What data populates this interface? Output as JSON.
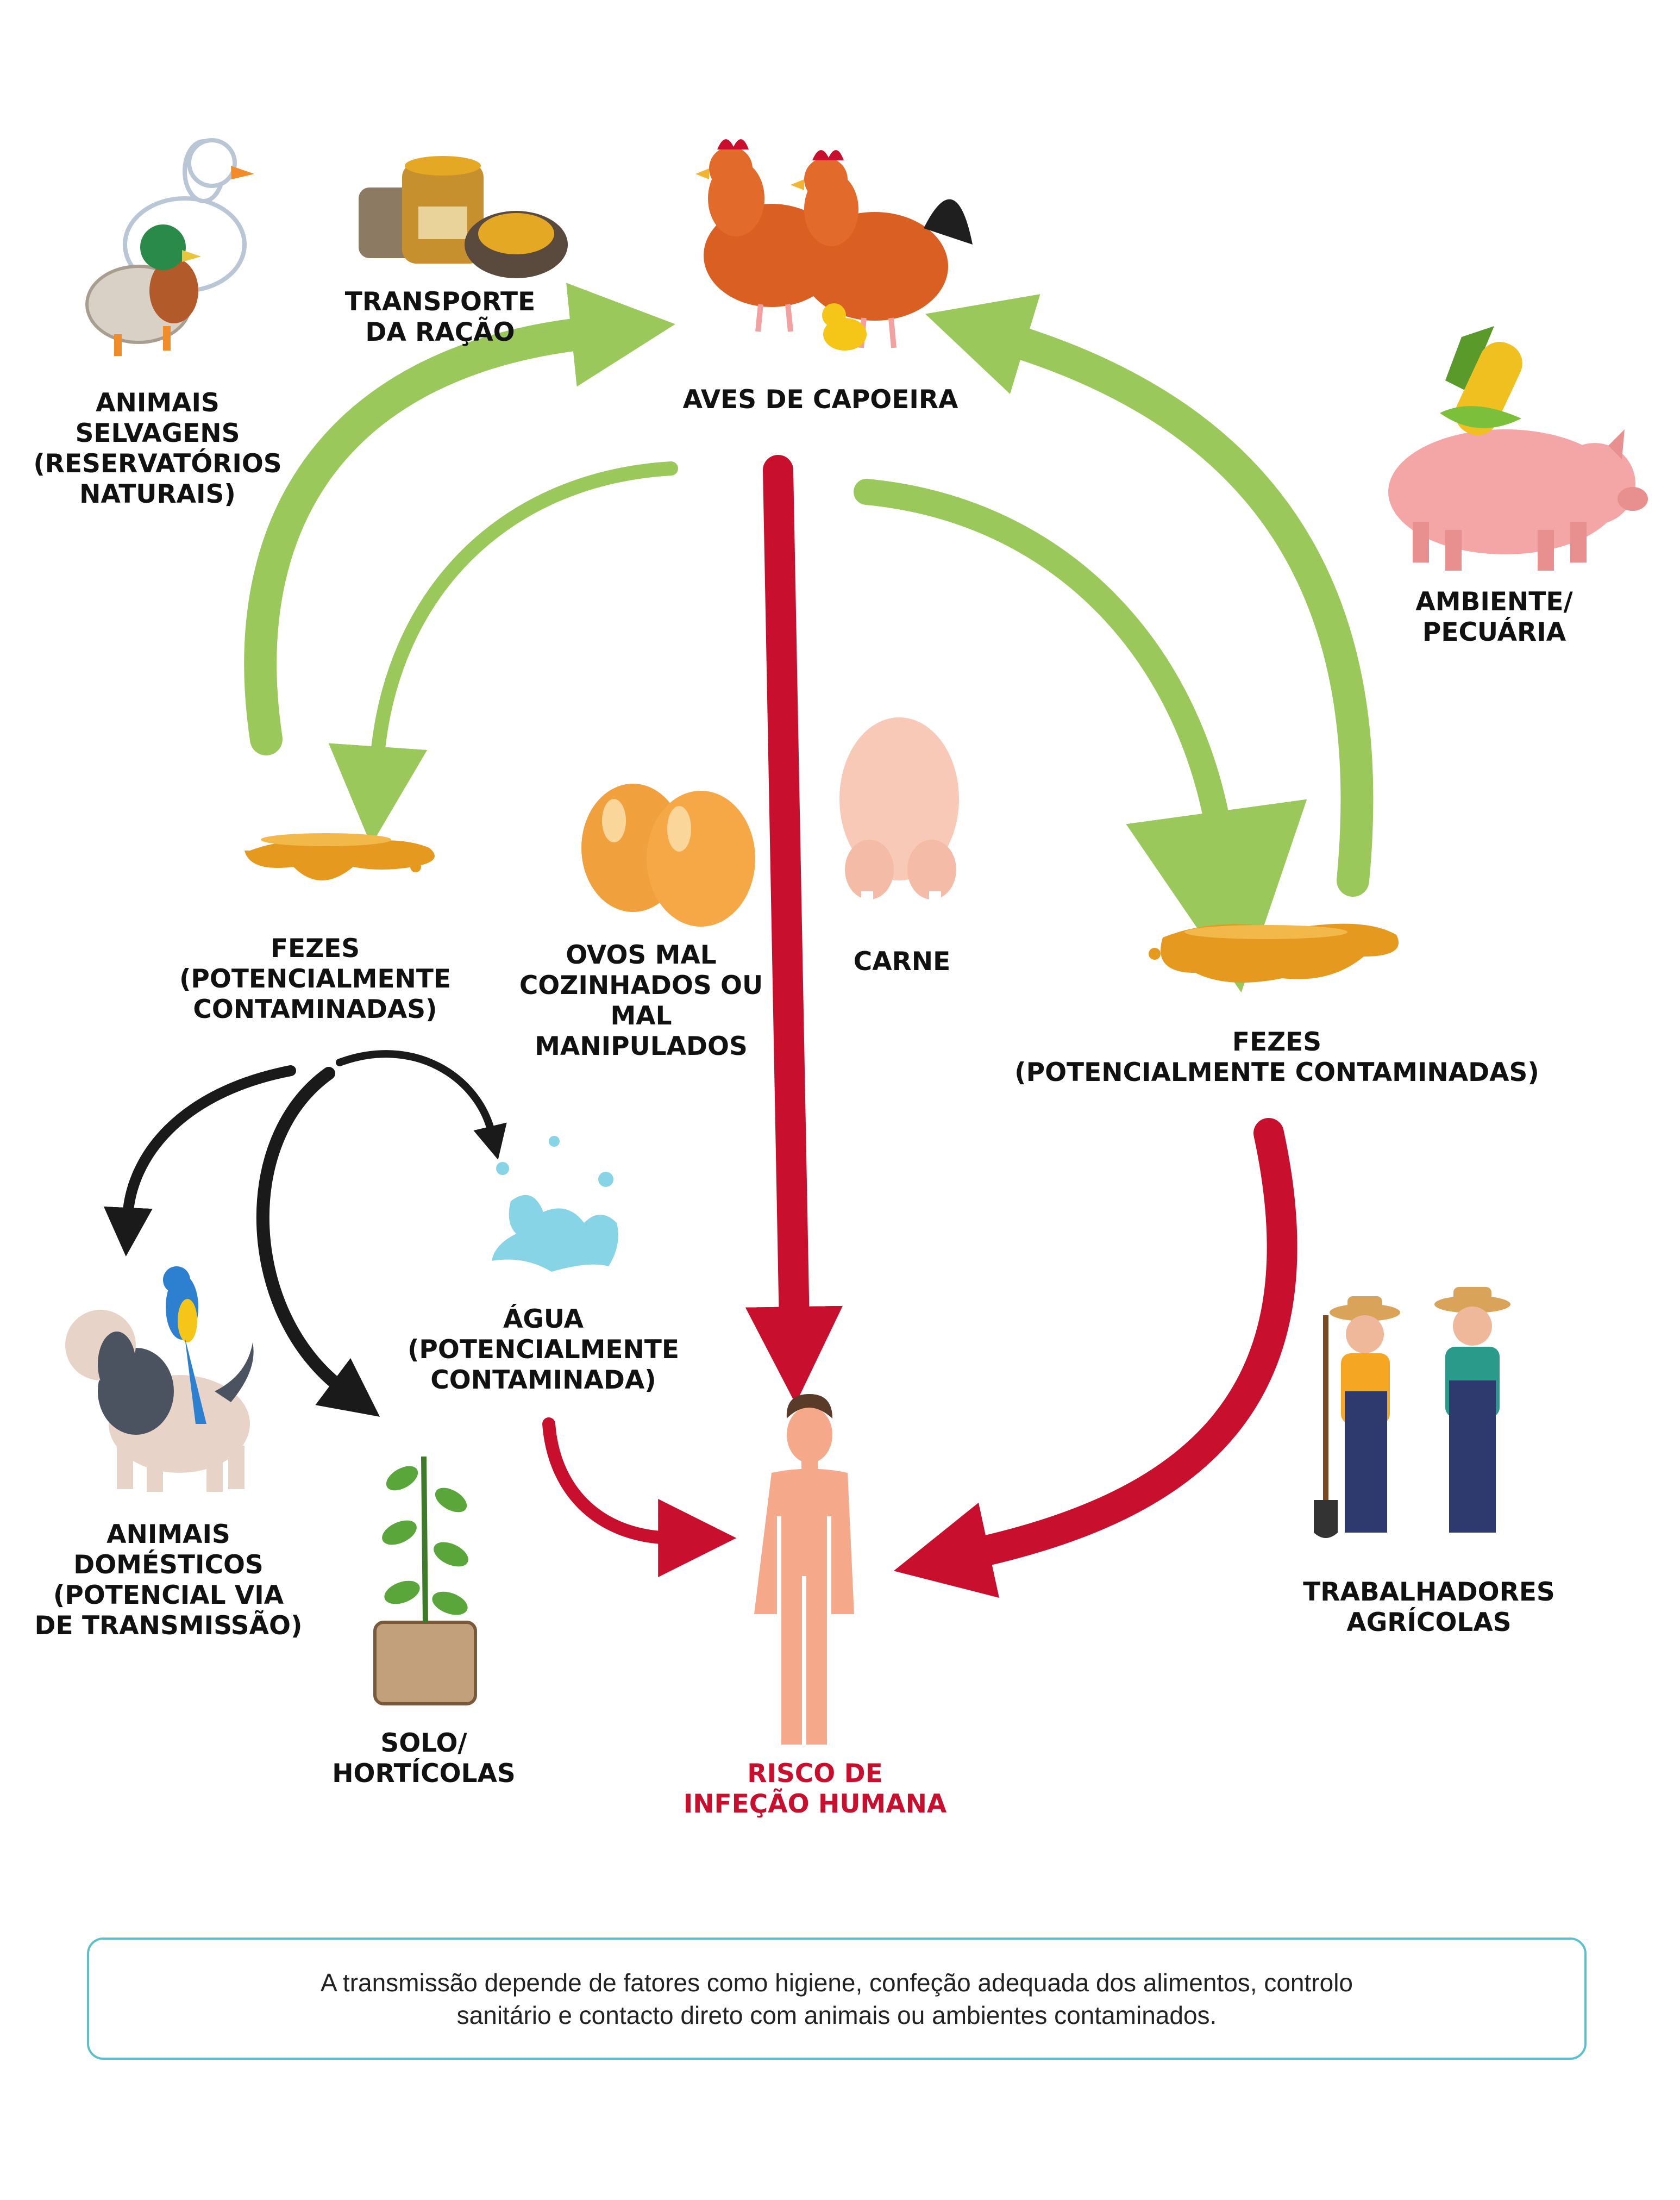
{
  "colors": {
    "green_arrow": "#9bc85a",
    "red_arrow": "#c8102e",
    "black_arrow": "#1a1a1a",
    "note_border": "#5bc0cc",
    "highlight_text": "#c8102e"
  },
  "nodes": {
    "wild_animals": {
      "icon": "duck-icon",
      "lines": [
        "ANIMAIS",
        "SELVAGENS",
        "(RESERVATÓRIOS",
        "NATURAIS)"
      ]
    },
    "feed_transport": {
      "icon": "feed-sacks-icon",
      "lines": [
        "TRANSPORTE",
        "DA RAÇÃO"
      ]
    },
    "poultry": {
      "icon": "chickens-icon",
      "lines": [
        "AVES DE CAPOEIRA"
      ]
    },
    "environment_livestock": {
      "icon": "pig-with-corn-icon",
      "lines": [
        "AMBIENTE/",
        "PECUÁRIA"
      ]
    },
    "feces_left": {
      "icon": "feces-puddle-icon",
      "lines": [
        "FEZES",
        "(POTENCIALMENTE",
        "CONTAMINADAS)"
      ]
    },
    "eggs": {
      "icon": "eggs-icon",
      "lines": [
        "OVOS MAL",
        "COZINHADOS OU",
        "MAL",
        "MANIPULADOS"
      ]
    },
    "meat": {
      "icon": "raw-chicken-icon",
      "lines": [
        "CARNE"
      ]
    },
    "feces_right": {
      "icon": "feces-puddle-icon",
      "lines": [
        "FEZES",
        "(POTENCIALMENTE CONTAMINADAS)"
      ]
    },
    "water": {
      "icon": "water-splash-icon",
      "lines": [
        "ÁGUA",
        "(POTENCIALMENTE",
        "CONTAMINADA)"
      ]
    },
    "domestic_animals": {
      "icon": "dog-and-parrot-icon",
      "lines": [
        "ANIMAIS",
        "DOMÉSTICOS",
        "(POTENCIAL VIA",
        "DE TRANSMISSÃO)"
      ]
    },
    "soil": {
      "icon": "plant-in-soil-icon",
      "lines": [
        "SOLO/",
        "HORTÍCOLAS"
      ]
    },
    "human_risk": {
      "icon": "human-figure-icon",
      "lines": [
        "RISCO DE",
        "INFEÇÃO HUMANA"
      ]
    },
    "farm_workers": {
      "icon": "farmers-icon",
      "lines": [
        "TRABALHADORES",
        "AGRÍCOLAS"
      ]
    }
  },
  "note": {
    "lines": [
      "A transmissão depende de fatores como higiene, confeção adequada dos alimentos, controlo",
      "sanitário e contacto direto com animais ou ambientes contaminados."
    ]
  }
}
